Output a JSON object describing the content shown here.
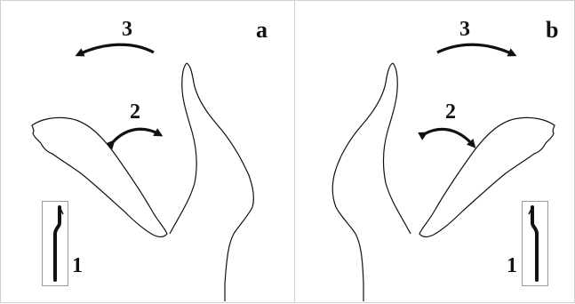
{
  "panels": [
    {
      "letter": "a",
      "labels": {
        "step1": "1",
        "step2": "2",
        "step3": "3"
      }
    },
    {
      "letter": "b",
      "labels": {
        "step1": "1",
        "step2": "2",
        "step3": "3"
      }
    }
  ]
}
